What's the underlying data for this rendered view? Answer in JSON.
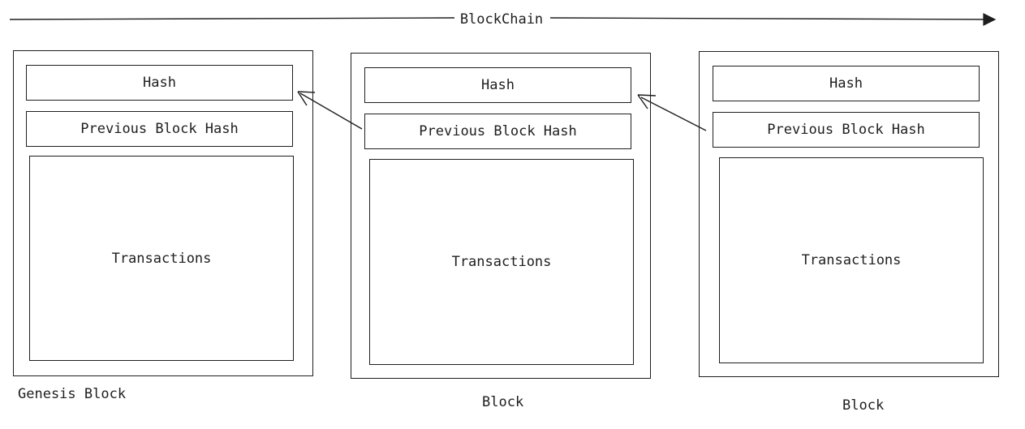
{
  "title": "BlockChain",
  "blocks": [
    {
      "hash": "Hash",
      "prev": "Previous Block Hash",
      "tx": "Transactions",
      "caption": "Genesis Block"
    },
    {
      "hash": "Hash",
      "prev": "Previous Block Hash",
      "tx": "Transactions",
      "caption": "Block"
    },
    {
      "hash": "Hash",
      "prev": "Previous Block Hash",
      "tx": "Transactions",
      "caption": "Block"
    }
  ],
  "stroke_color": "#1e1e1e",
  "background_color": "#ffffff"
}
